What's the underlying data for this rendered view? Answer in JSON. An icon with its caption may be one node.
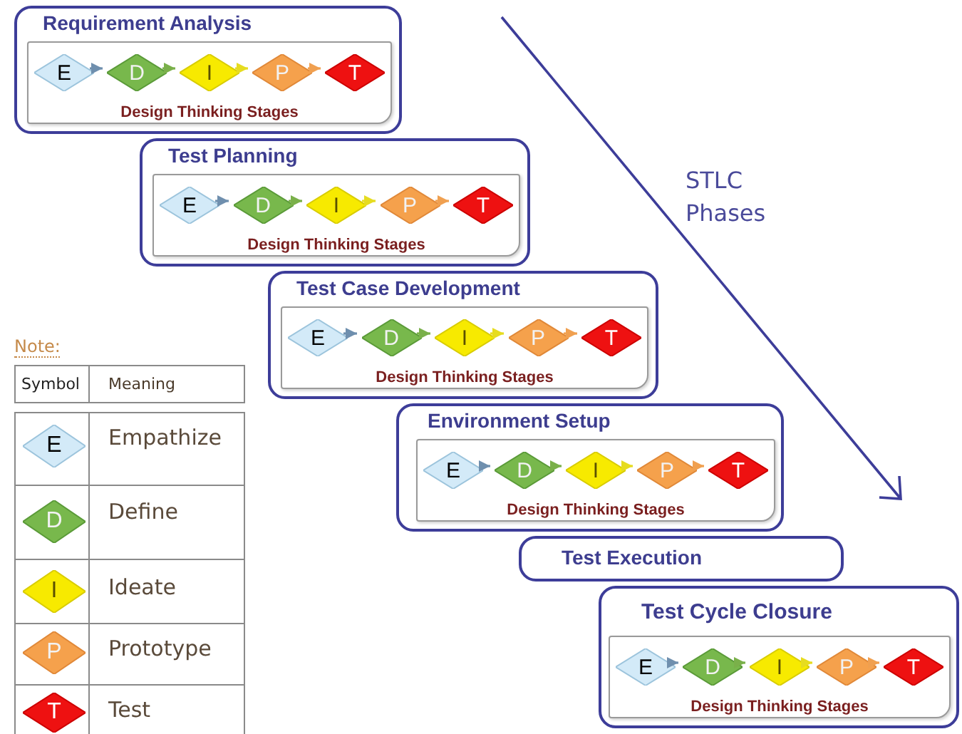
{
  "diagram": {
    "nodes": [
      {
        "text": [
          "Requirement Analysis"
        ]
      },
      {
        "text": [
          "Design Thinking Stages"
        ],
        "in": 0
      },
      {
        "text": [
          "E"
        ],
        "in": 1
      },
      {
        "text": [
          "D"
        ],
        "in": 1
      },
      {
        "text": [
          "I"
        ],
        "in": 1
      },
      {
        "text": [
          "P"
        ],
        "in": 1
      },
      {
        "text": [
          "T"
        ],
        "in": 1
      },
      {
        "text": [
          "Test Planning"
        ]
      },
      {
        "text": [
          "Design Thinking Stages"
        ],
        "in": 7
      },
      {
        "text": [
          "E"
        ],
        "in": 8
      },
      {
        "text": [
          "D"
        ],
        "in": 8
      },
      {
        "text": [
          "I"
        ],
        "in": 8
      },
      {
        "text": [
          "P"
        ],
        "in": 8
      },
      {
        "text": [
          "T"
        ],
        "in": 8
      },
      {
        "text": [
          "Test Case Development"
        ]
      },
      {
        "text": [
          "Design Thinking Stages"
        ],
        "in": 14
      },
      {
        "text": [
          "E"
        ],
        "in": 15
      },
      {
        "text": [
          "D"
        ],
        "in": 15
      },
      {
        "text": [
          "I"
        ],
        "in": 15
      },
      {
        "text": [
          "P"
        ],
        "in": 15
      },
      {
        "text": [
          "T"
        ],
        "in": 15
      },
      {
        "text": [
          "Environment Setup"
        ]
      },
      {
        "text": [
          "Design Thinking Stages"
        ],
        "in": 21
      },
      {
        "text": [
          "E"
        ],
        "in": 22
      },
      {
        "text": [
          "D"
        ],
        "in": 22
      },
      {
        "text": [
          "I"
        ],
        "in": 22
      },
      {
        "text": [
          "P"
        ],
        "in": 22
      },
      {
        "text": [
          "T"
        ],
        "in": 22
      },
      {
        "text": [
          "Test Execution"
        ]
      },
      {
        "text": [
          "Test Cycle Closure"
        ]
      },
      {
        "text": [
          "Design Thinking Stages"
        ],
        "in": 29
      },
      {
        "text": [
          "E"
        ],
        "in": 30
      },
      {
        "text": [
          "D"
        ],
        "in": 30
      },
      {
        "text": [
          "I"
        ],
        "in": 30
      },
      {
        "text": [
          "P"
        ],
        "in": 30
      },
      {
        "text": [
          "T"
        ],
        "in": 30
      },
      {
        "text": [
          "E"
        ]
      },
      {
        "text": [
          "D"
        ]
      },
      {
        "text": [
          "I"
        ]
      },
      {
        "text": [
          "P"
        ]
      },
      {
        "text": [
          "T"
        ]
      }
    ],
    "edges": [
      {
        "from": 2,
        "to": 3,
        "arrow": "to",
        "color": "#6f8fae"
      },
      {
        "from": 3,
        "to": 4,
        "arrow": "to",
        "color": "#7ab04a"
      },
      {
        "from": 4,
        "to": 5,
        "arrow": "to",
        "color": "#e6dc20"
      },
      {
        "from": 5,
        "to": 6,
        "arrow": "to",
        "color": "#f0a050"
      },
      {
        "from": 9,
        "to": 10,
        "arrow": "to",
        "color": "#6f8fae"
      },
      {
        "from": 10,
        "to": 11,
        "arrow": "to",
        "color": "#7ab04a"
      },
      {
        "from": 11,
        "to": 12,
        "arrow": "to",
        "color": "#e6dc20"
      },
      {
        "from": 12,
        "to": 13,
        "arrow": "to",
        "color": "#f0a050"
      },
      {
        "from": 16,
        "to": 17,
        "arrow": "to",
        "color": "#6f8fae"
      },
      {
        "from": 17,
        "to": 18,
        "arrow": "to",
        "color": "#7ab04a"
      },
      {
        "from": 18,
        "to": 19,
        "arrow": "to",
        "color": "#e6dc20"
      },
      {
        "from": 19,
        "to": 20,
        "arrow": "to",
        "color": "#f0a050"
      },
      {
        "from": 23,
        "to": 24,
        "arrow": "to",
        "color": "#6f8fae"
      },
      {
        "from": 24,
        "to": 25,
        "arrow": "to",
        "color": "#7ab04a"
      },
      {
        "from": 25,
        "to": 26,
        "arrow": "to",
        "color": "#e6dc20"
      },
      {
        "from": 26,
        "to": 27,
        "arrow": "to",
        "color": "#f0a050"
      },
      {
        "from": 31,
        "to": 32,
        "arrow": "to",
        "color": "#6f8fae"
      },
      {
        "from": 32,
        "to": 33,
        "arrow": "to",
        "color": "#7ab04a"
      },
      {
        "from": 33,
        "to": 34,
        "arrow": "to",
        "color": "#e6dc20"
      },
      {
        "from": 34,
        "to": 35,
        "arrow": "to",
        "color": "#f0a050"
      }
    ],
    "labels": [
      "STLC Phases",
      "Note:",
      "Symbol",
      "Meaning",
      "Empathize",
      "Define",
      "Ideate",
      "Prototype",
      "Test"
    ]
  }
}
